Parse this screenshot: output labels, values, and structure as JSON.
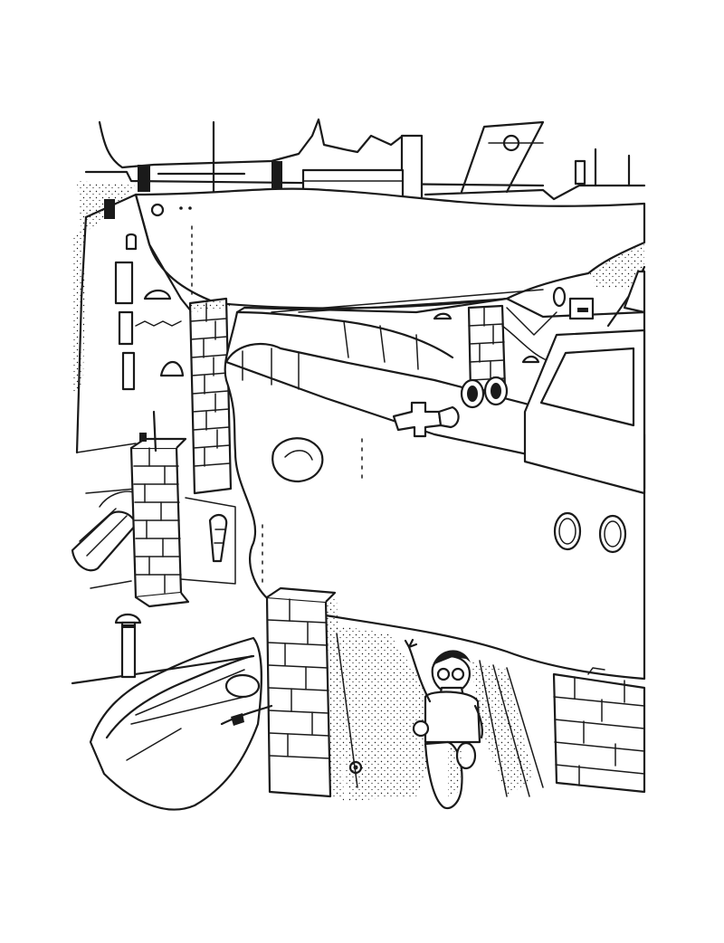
{
  "illustration": {
    "kind": "line-drawing",
    "background": "#ffffff",
    "ink": "#1a1a1a",
    "elements": [
      "skyline",
      "upper-ship-hull",
      "lower-ship-hull",
      "yacht-cabin",
      "brick-pillar-left",
      "brick-pillar-center",
      "brick-pillar-tall",
      "brick-pillar-right",
      "brick-wall-right",
      "rowboat",
      "pipe",
      "portholes",
      "cyclist-figure",
      "stippled-ground"
    ]
  }
}
